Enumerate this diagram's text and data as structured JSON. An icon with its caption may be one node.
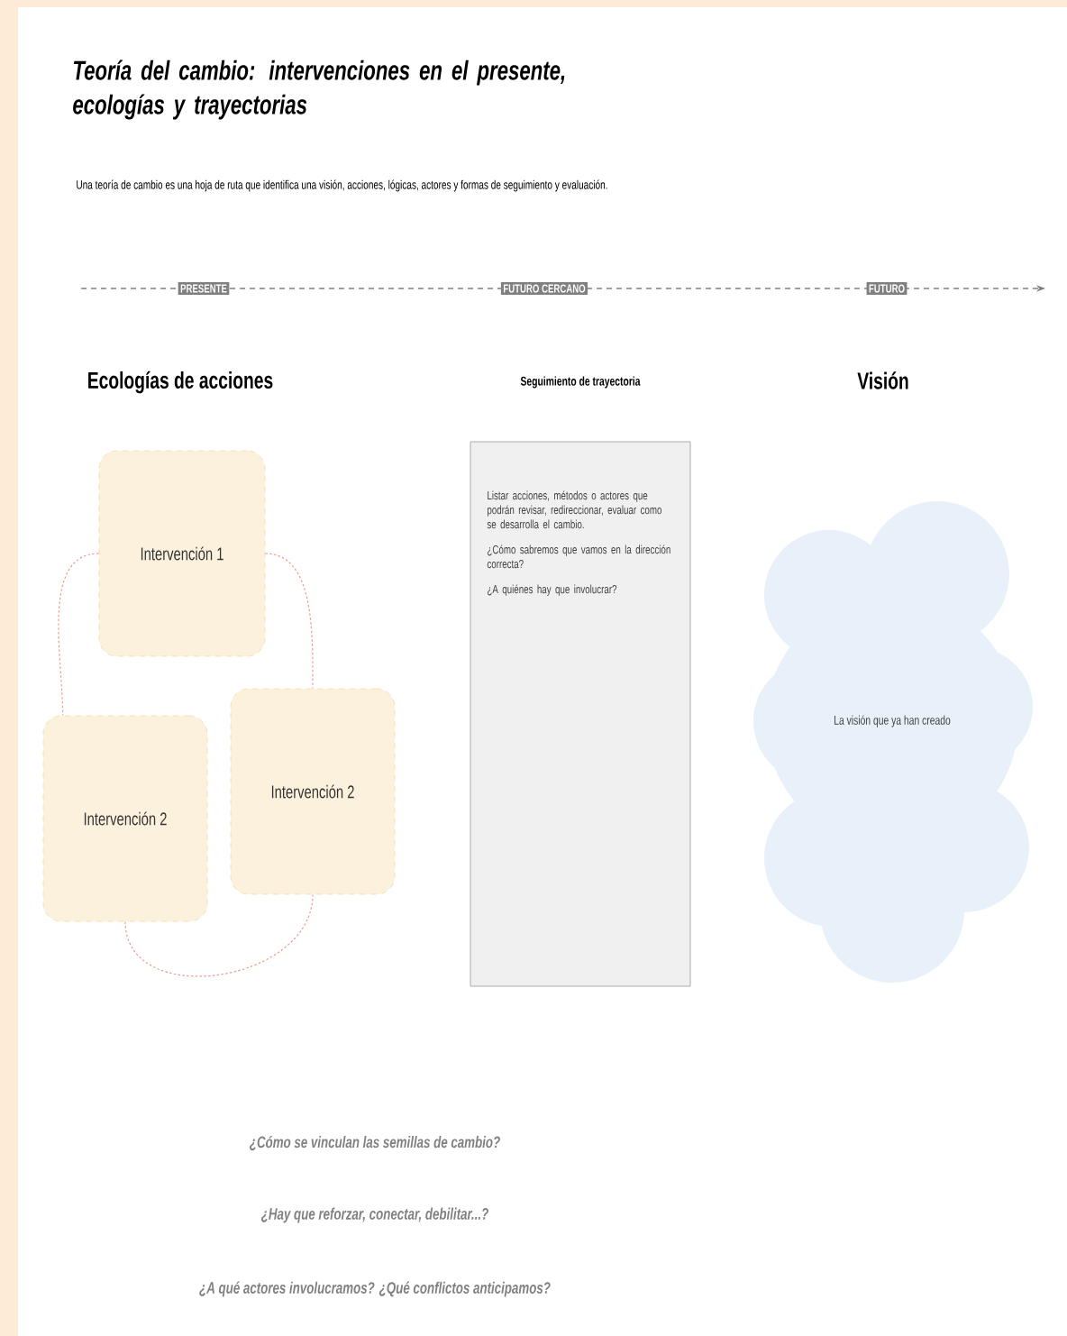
{
  "diagram": {
    "title": "Teoría del cambio: intervenciones en el presente, ecologías y trayectorias",
    "caption": "Una teoría de cambio es una hoja de ruta que identifica una visión, acciones, lógicas, actores y formas de seguimiento y evaluación.",
    "nodes": [
      {
        "text": [
          "Intervención 1"
        ]
      },
      {
        "text": [
          "Intervención 2"
        ]
      },
      {
        "text": [
          "Intervención 2"
        ]
      },
      {
        "text": [
          "Seguimiento de trayectoria",
          "Listar acciones, métodos o actores que podrán revisar, redireccionar, evaluar como se desarrolla el cambio.",
          "¿Cómo sabremos que vamos en la dirección correcta?",
          "¿A quiénes hay que involucrar?"
        ]
      },
      {
        "text": [
          "Visión",
          "La visión que ya han creado"
        ]
      }
    ],
    "edges": [
      {
        "from": 0,
        "to": 1,
        "arrow": "none",
        "style": "dashed",
        "color": "#e99a8f"
      },
      {
        "from": 0,
        "to": 2,
        "arrow": "none",
        "style": "dashed",
        "color": "#e99a8f"
      },
      {
        "from": 1,
        "to": 2,
        "arrow": "none",
        "style": "dashed",
        "color": "#e99a8f"
      }
    ],
    "labels": [
      "PRESENTE",
      "FUTURO CERCANO",
      "FUTURO",
      "Ecologías de acciones",
      "¿Cómo se vinculan las semillas de cambio?",
      "¿Hay que reforzar, conectar, debilitar...?",
      "¿A qué actores involucramos? ¿Qué conflictos anticipamos?"
    ]
  }
}
